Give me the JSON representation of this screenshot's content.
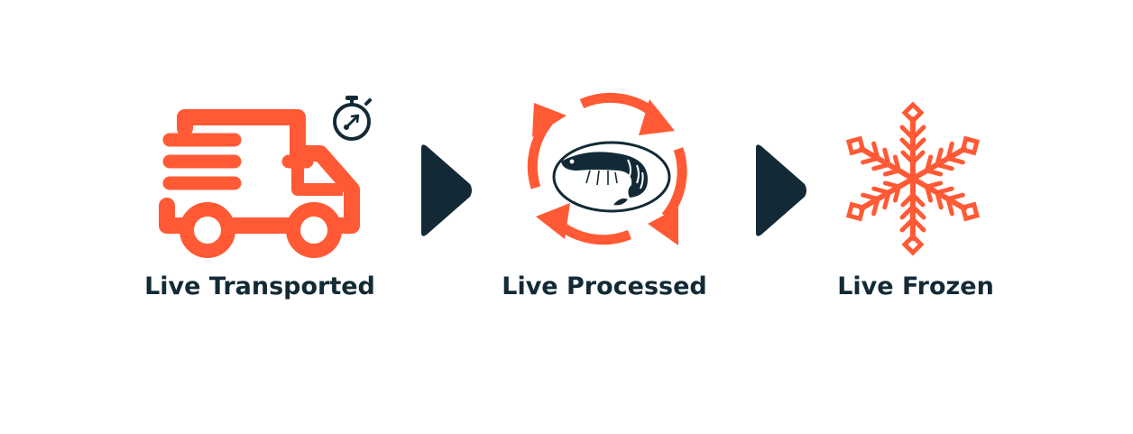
{
  "colors": {
    "accent": "#ff5a35",
    "dark": "#132a36",
    "background": "#ffffff"
  },
  "steps": [
    {
      "icon": "delivery-truck-with-stopwatch-icon",
      "label": "Live Transported"
    },
    {
      "icon": "shrimp-recycle-arrows-icon",
      "label": "Live Processed"
    },
    {
      "icon": "snowflake-icon",
      "label": "Live Frozen"
    }
  ],
  "connectors": [
    {
      "icon": "chevron-right-arrow-icon"
    },
    {
      "icon": "chevron-right-arrow-icon"
    }
  ]
}
